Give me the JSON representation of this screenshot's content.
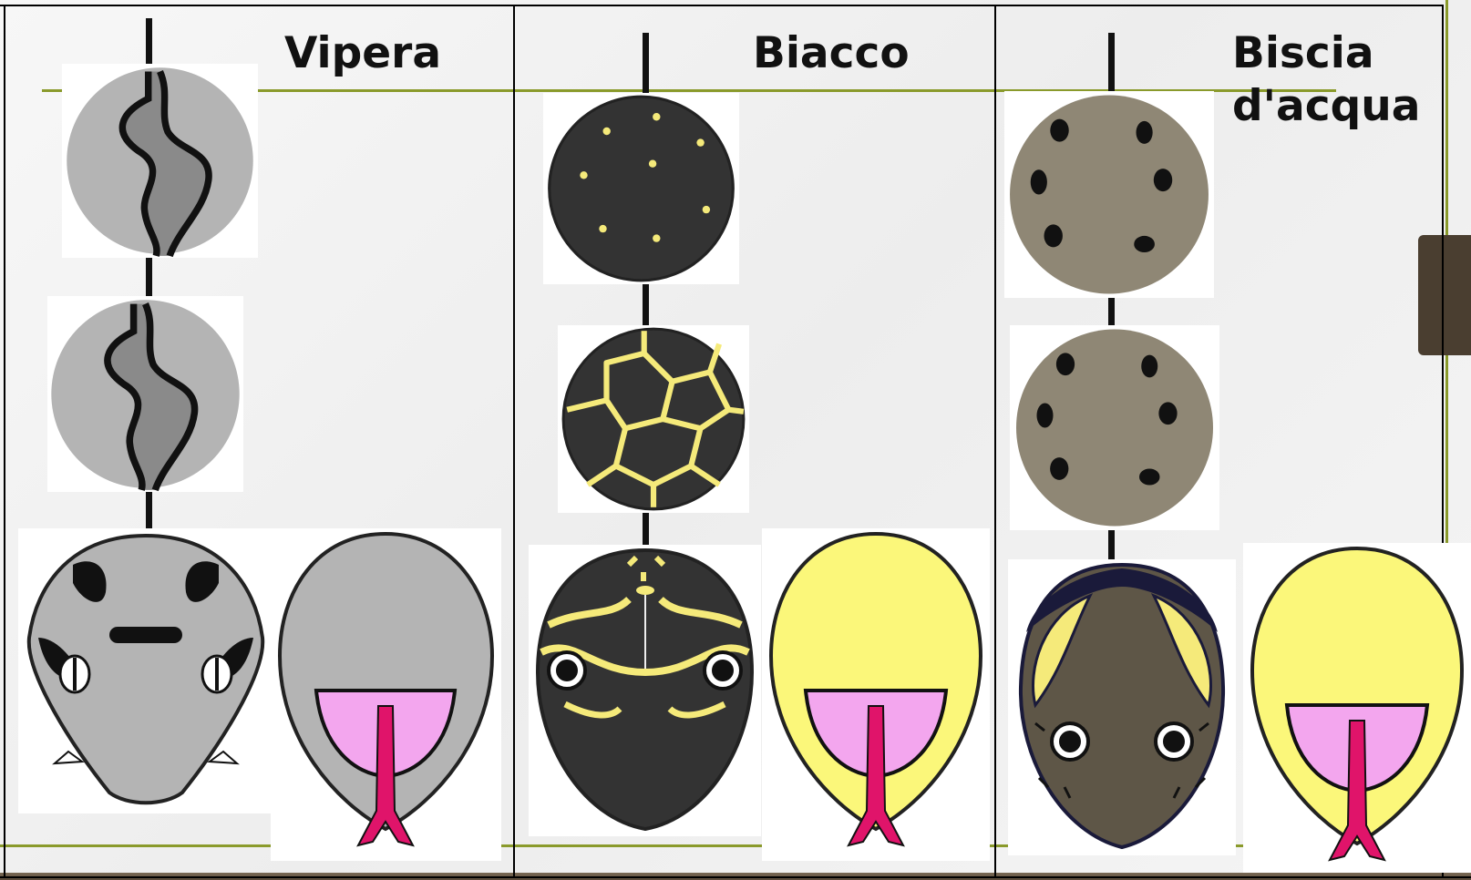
{
  "columns": [
    {
      "id": "vipera",
      "title": "Vipera",
      "scale_color": "#b4b4b4",
      "scale_pattern": "zigzag-stripe",
      "head_color": "#b4b4b4"
    },
    {
      "id": "biacco",
      "title": "Biacco",
      "scale_color": "#333333",
      "scale_pattern": "yellow-dots / yellow-net",
      "head_color": "#333333",
      "accent_color": "#f5ea7a"
    },
    {
      "id": "biscia",
      "title": "Biscia\nd'acqua",
      "scale_color": "#8f8775",
      "scale_pattern": "black-spots",
      "head_color": "#5e5647",
      "accent_color": "#f5ea7a"
    }
  ],
  "colors": {
    "frame": "#000000",
    "olive_rule": "#8a9a2b",
    "tongue_bg": "#f3a6ee",
    "tongue": "#e0146a",
    "belly_yellow": "#fbf77a"
  }
}
